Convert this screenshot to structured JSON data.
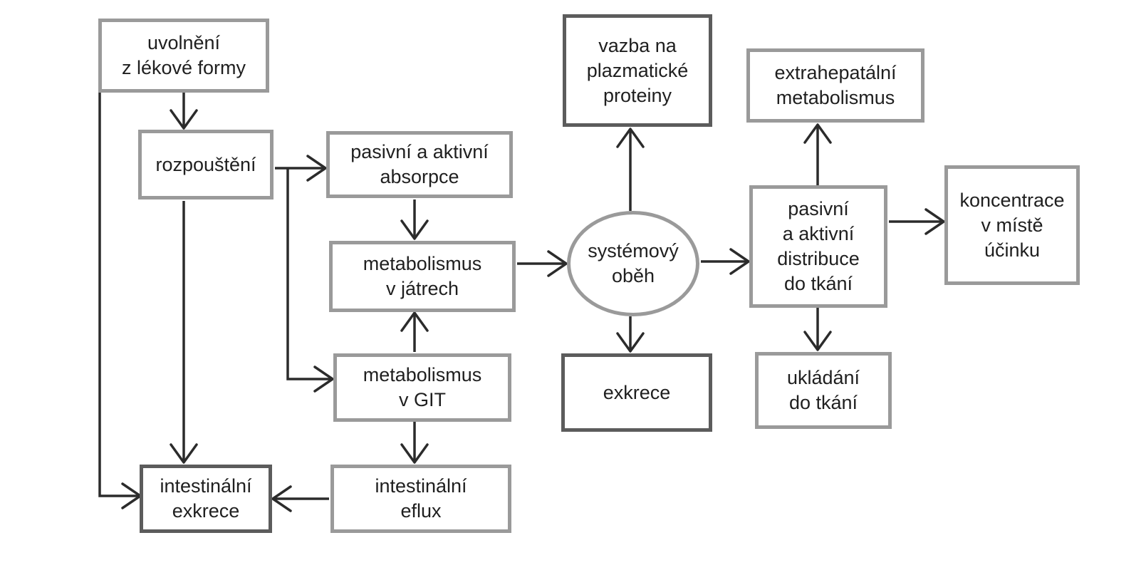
{
  "nodes": {
    "uvolneni": "uvolnění\nz lékové formy",
    "rozpousteni": "rozpouštění",
    "absorpce": "pasivní a aktivní\nabsorpce",
    "met_jatra": "metabolismus\nv játrech",
    "met_git": "metabolismus\nv GIT",
    "int_eflux": "intestinální\neflux",
    "int_exkrece": "intestinální\nexkrece",
    "systemovy_obeh": "systémový\noběh",
    "vazba": "vazba na\nplazmatické\nproteiny",
    "exkrece": "exkrece",
    "distribuce": "pasivní\na aktivní\ndistribuce\ndo tkání",
    "extrahepatalni": "extrahepatální\nmetabolismus",
    "ukladani": "ukládání\ndo tkání",
    "koncentrace": "koncentrace\nv místě\núčinku"
  }
}
